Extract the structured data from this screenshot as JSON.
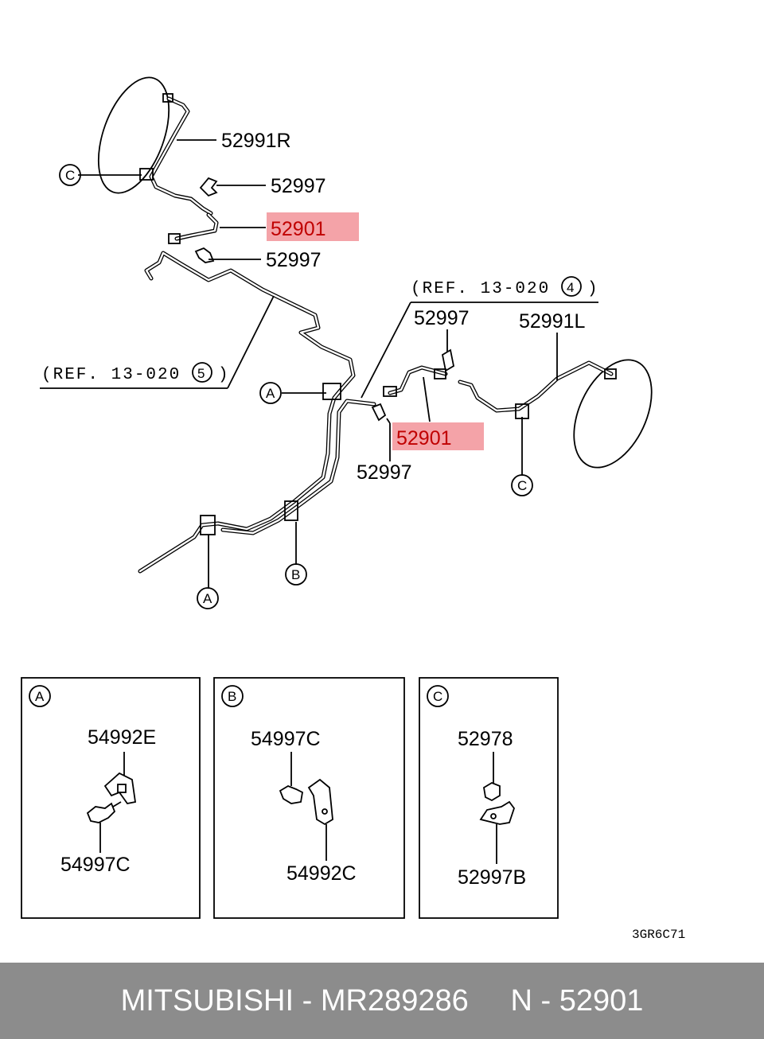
{
  "labels": {
    "hose_r": "52991R",
    "clip_top1": "52997",
    "hose_highlight_top": "52901",
    "clip_top2": "52997",
    "ref_4": "(REF. 13-020",
    "ref_4_num": "4",
    "ref_5": "(REF. 13-020",
    "ref_5_num": "5",
    "clip_right": "52997",
    "hose_l": "52991L",
    "hose_highlight_mid": "52901",
    "clip_mid": "52997",
    "circle_a": "A",
    "circle_b": "B",
    "circle_c": "C",
    "paren_close": ")",
    "diagram_code": "3GR6C71"
  },
  "details": {
    "a": {
      "tag": "A",
      "part1": "54992E",
      "part2": "54997C"
    },
    "b": {
      "tag": "B",
      "part1": "54997C",
      "part2": "54992C"
    },
    "c": {
      "tag": "C",
      "part1": "52978",
      "part2": "52997B"
    }
  },
  "colors": {
    "highlight": "#f4a3a8",
    "footer_bg": "#8c8c8c",
    "highlight_text": "#c00000"
  },
  "footer": {
    "text": "MITSUBISHI - MR289286     N - 52901"
  }
}
